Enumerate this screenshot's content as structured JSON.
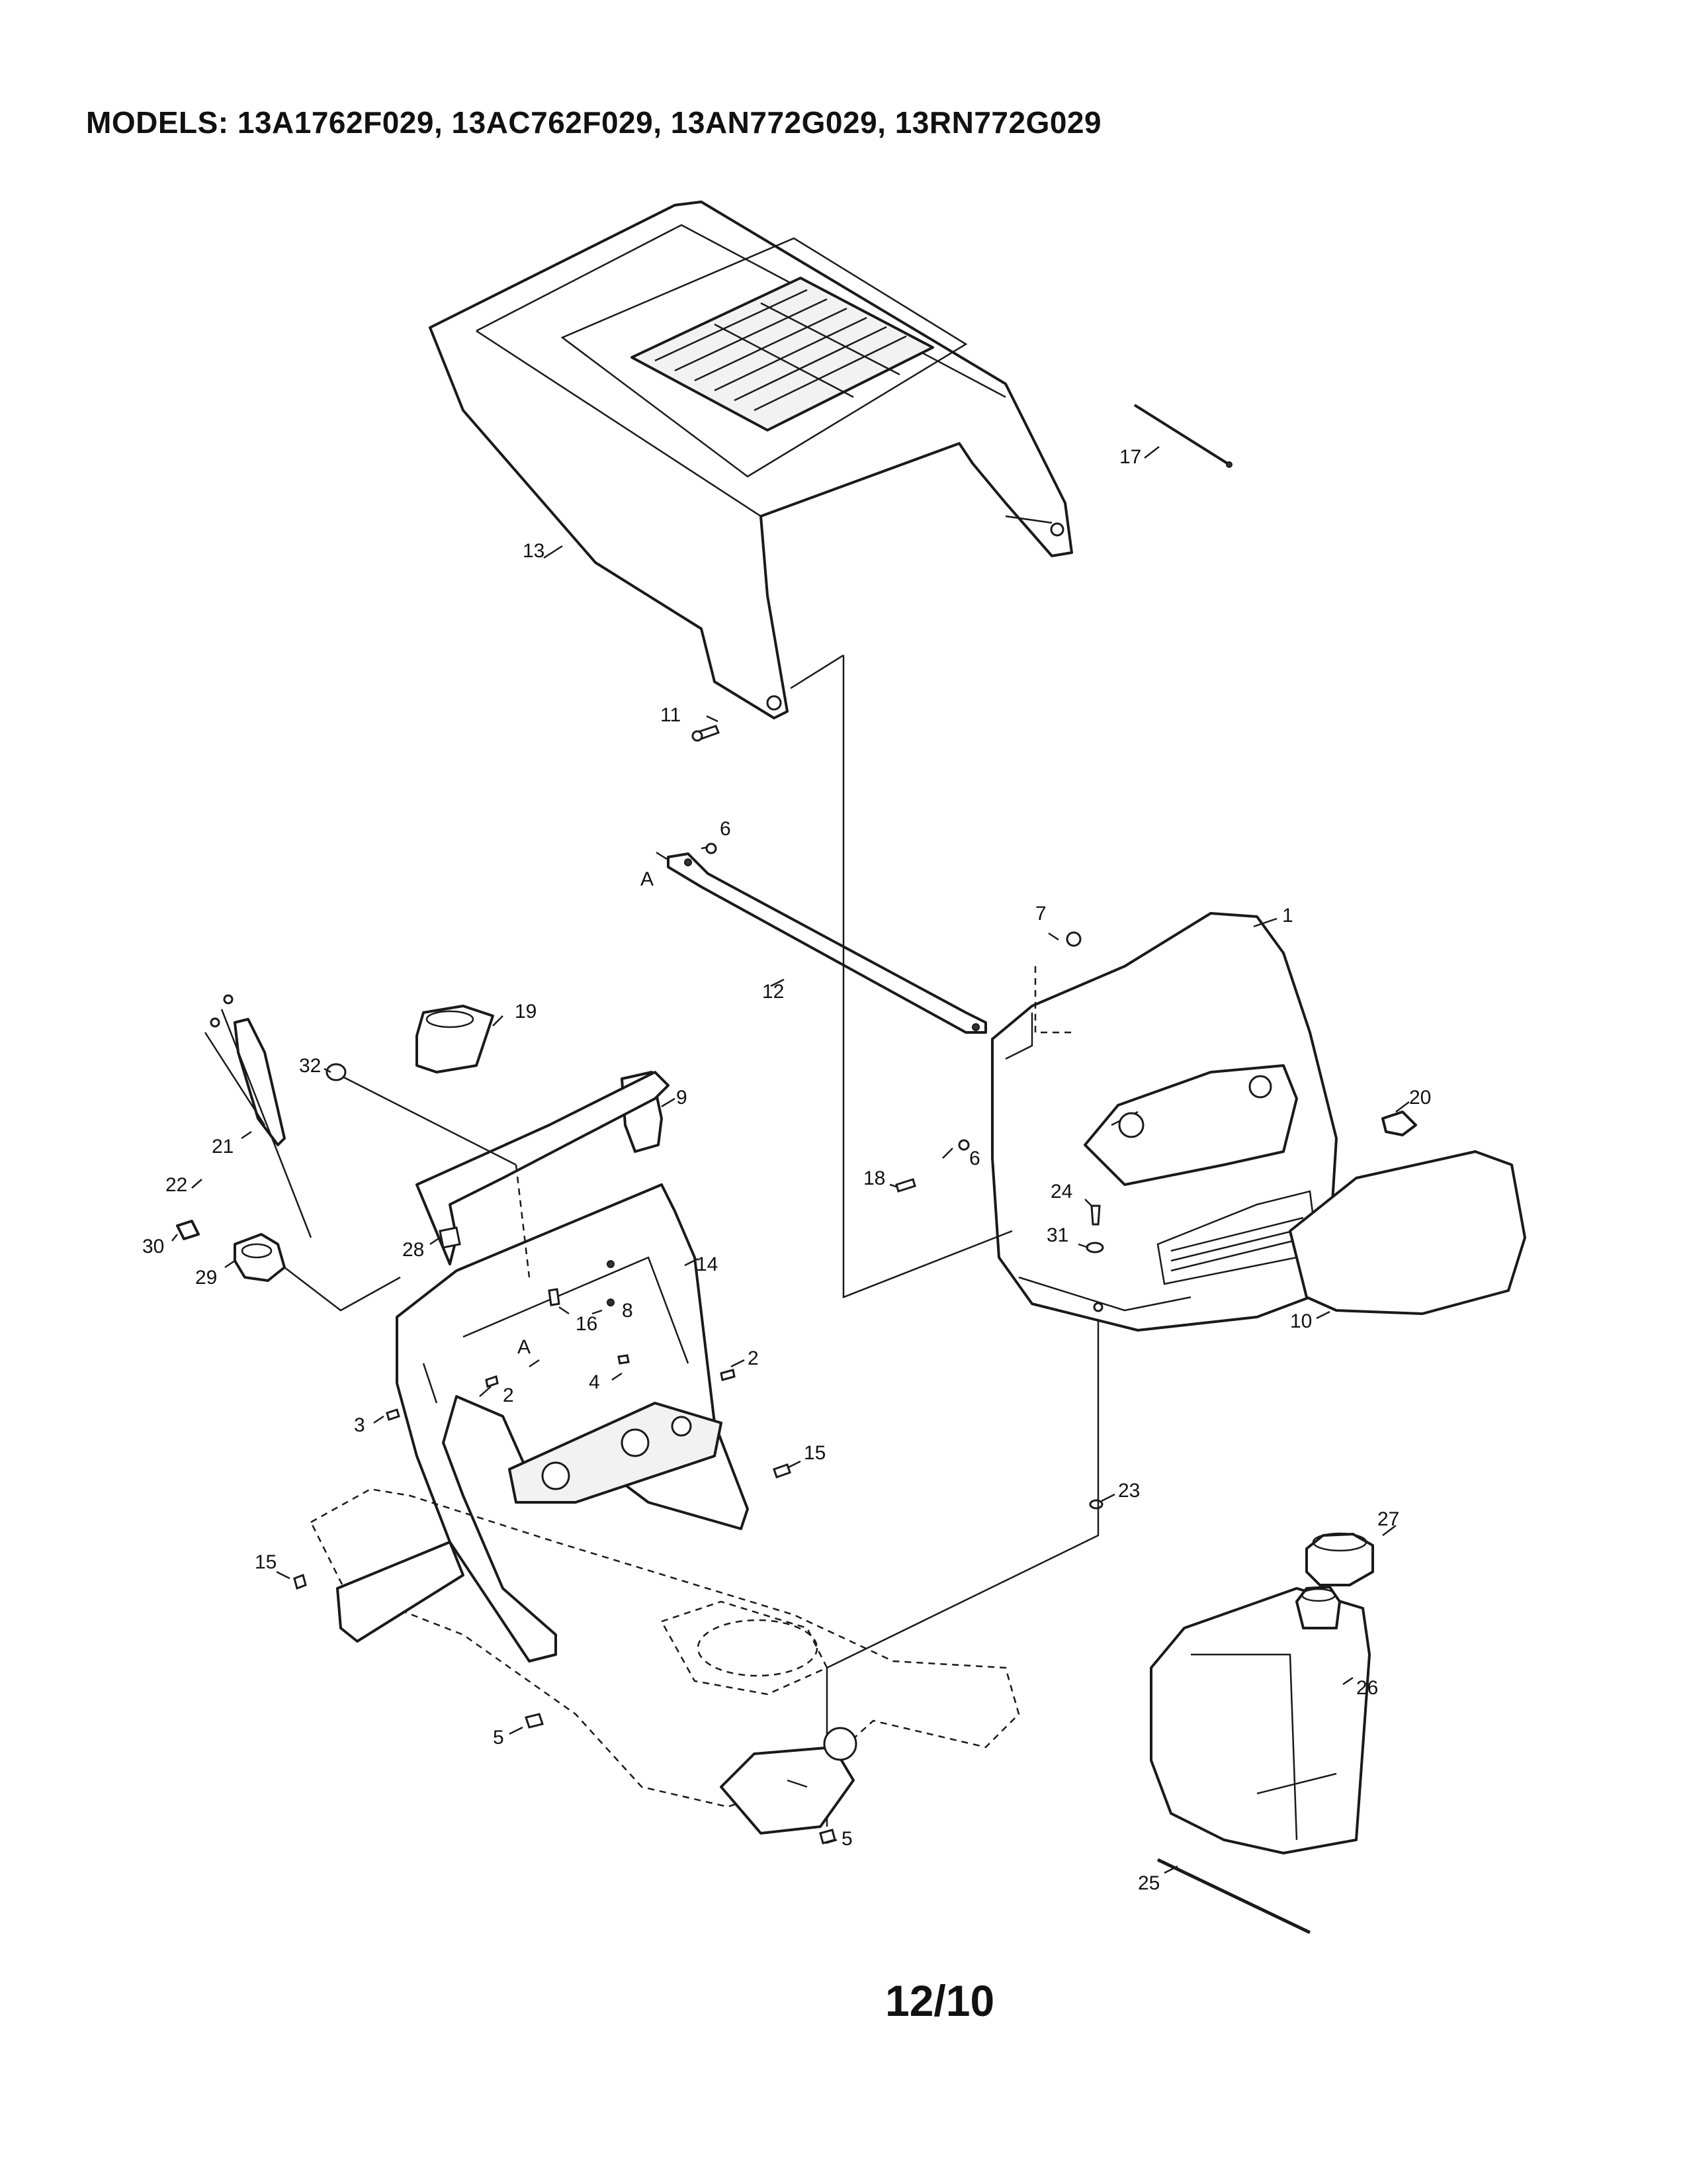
{
  "header": {
    "models_line": "MODELS: 13A1762F029, 13AC762F029, 13AN772G029, 13RN772G029"
  },
  "footer": {
    "page_date": "12/10"
  },
  "callouts": {
    "c1": "1",
    "c2a": "2",
    "c2b": "2",
    "c3": "3",
    "c4": "4",
    "c5a": "5",
    "c5b": "5",
    "c6a": "6",
    "c6b": "6",
    "c7": "7",
    "c8": "8",
    "c9": "9",
    "c10": "10",
    "c11": "11",
    "c12": "12",
    "c13": "13",
    "c14": "14",
    "c15a": "15",
    "c15b": "15",
    "c16": "16",
    "c17": "17",
    "c18": "18",
    "c19": "19",
    "c20": "20",
    "c21": "21",
    "c22": "22",
    "c23": "23",
    "c24": "24",
    "c25": "25",
    "c26": "26",
    "c27": "27",
    "c28": "28",
    "c29": "29",
    "c30": "30",
    "c31": "31",
    "c32": "32",
    "refA1": "A",
    "refA2": "A"
  }
}
